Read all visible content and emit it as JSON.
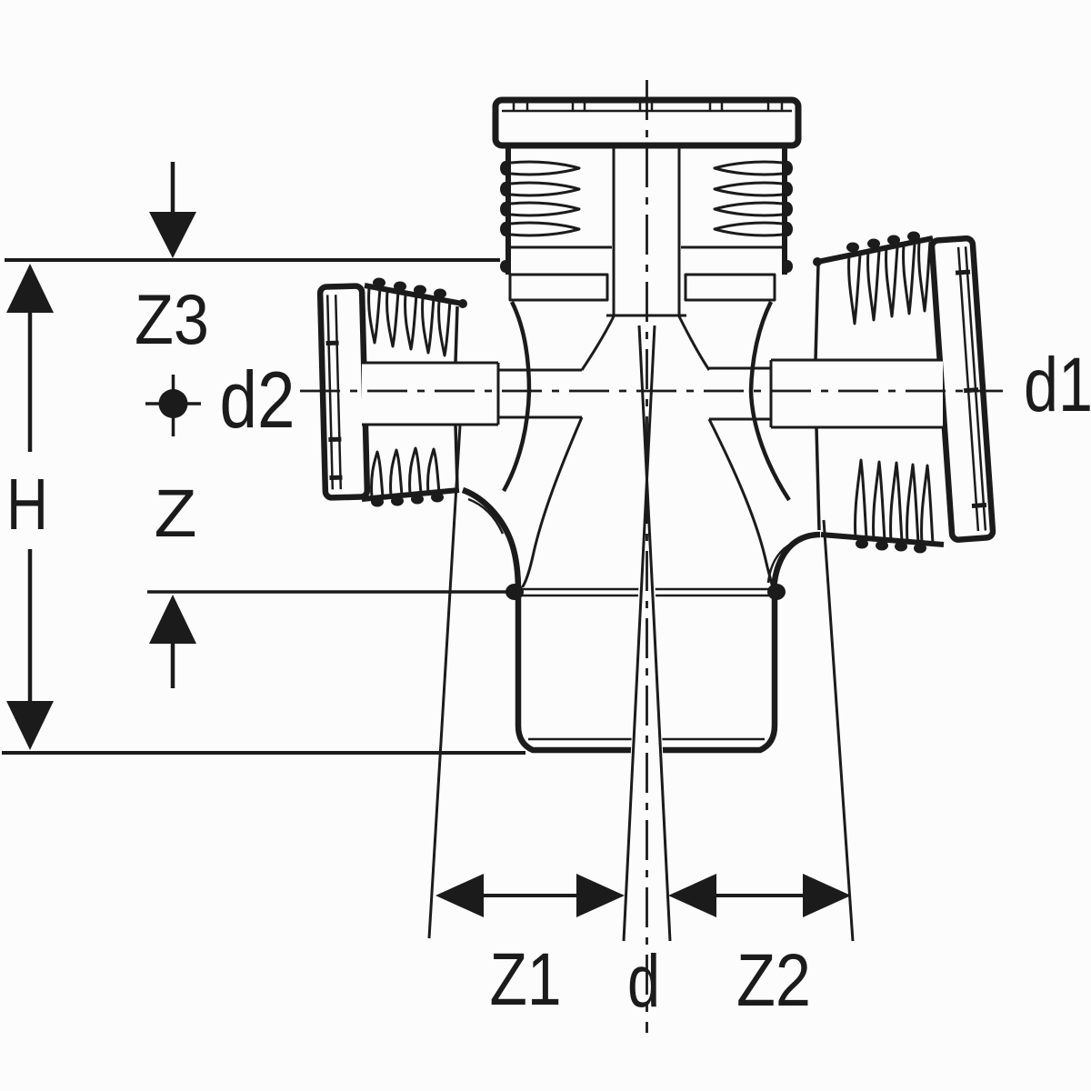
{
  "drawing": {
    "ink_color": "#1b1b1b",
    "background_color": "#fcfcfc",
    "labels": {
      "z3": "Z3",
      "d2": "d2",
      "h": "H",
      "z": "Z",
      "z1": "Z1",
      "d": "d",
      "z2": "Z2",
      "d1": "d1"
    }
  }
}
